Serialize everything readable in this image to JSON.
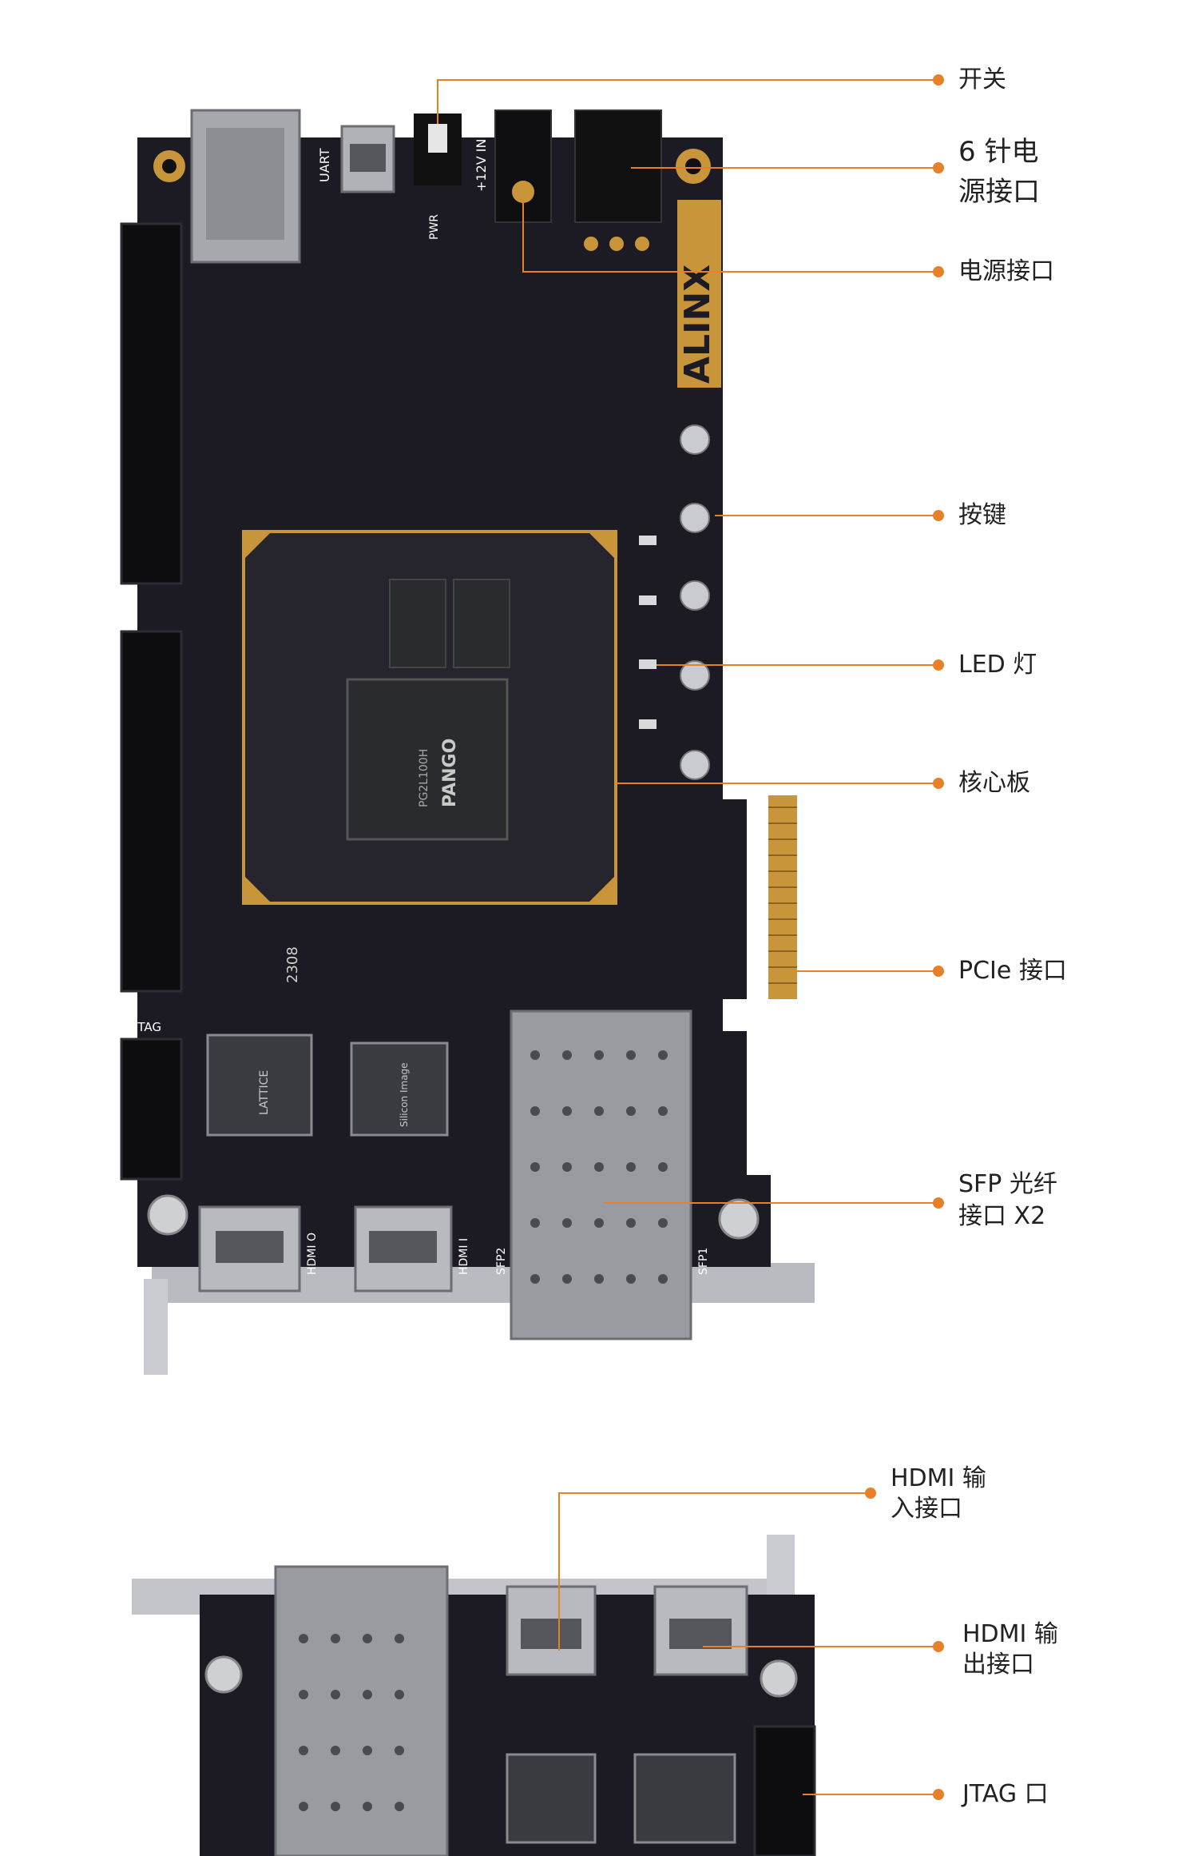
{
  "colors": {
    "callout": "#e8802a",
    "pcb": "#1c1a22",
    "gold": "#c9953a",
    "steel": "#9a9ba0",
    "chip": "#2a2b2f",
    "background": "#ffffff"
  },
  "board_markings": {
    "brand": "ALINX",
    "fpga_brand": "PANGO",
    "fpga_part": "PG2L100H",
    "sfp1": "SFP1",
    "sfp2": "SFP2",
    "hdmi_in": "HDMI I",
    "hdmi_out": "HDMI O",
    "jtag": "JTAG",
    "uart": "UART",
    "power_in": "+12V IN",
    "pwr": "PWR",
    "lattice": "LATTICE",
    "silicon_image": "Silicon Image",
    "board_code": "2308"
  },
  "callouts": {
    "switch": "开关",
    "six_pin_power": [
      "6 针电",
      "源接口"
    ],
    "power_port": "电源接口",
    "keys": "按键",
    "led": "LED 灯",
    "core_board": "核心板",
    "pcie": "PCIe 接口",
    "sfp": [
      "SFP 光纤",
      "接口 X2"
    ],
    "hdmi_in": [
      "HDMI 输",
      "入接口"
    ],
    "hdmi_out": [
      "HDMI 输",
      "出接口"
    ],
    "jtag": "JTAG 口"
  }
}
